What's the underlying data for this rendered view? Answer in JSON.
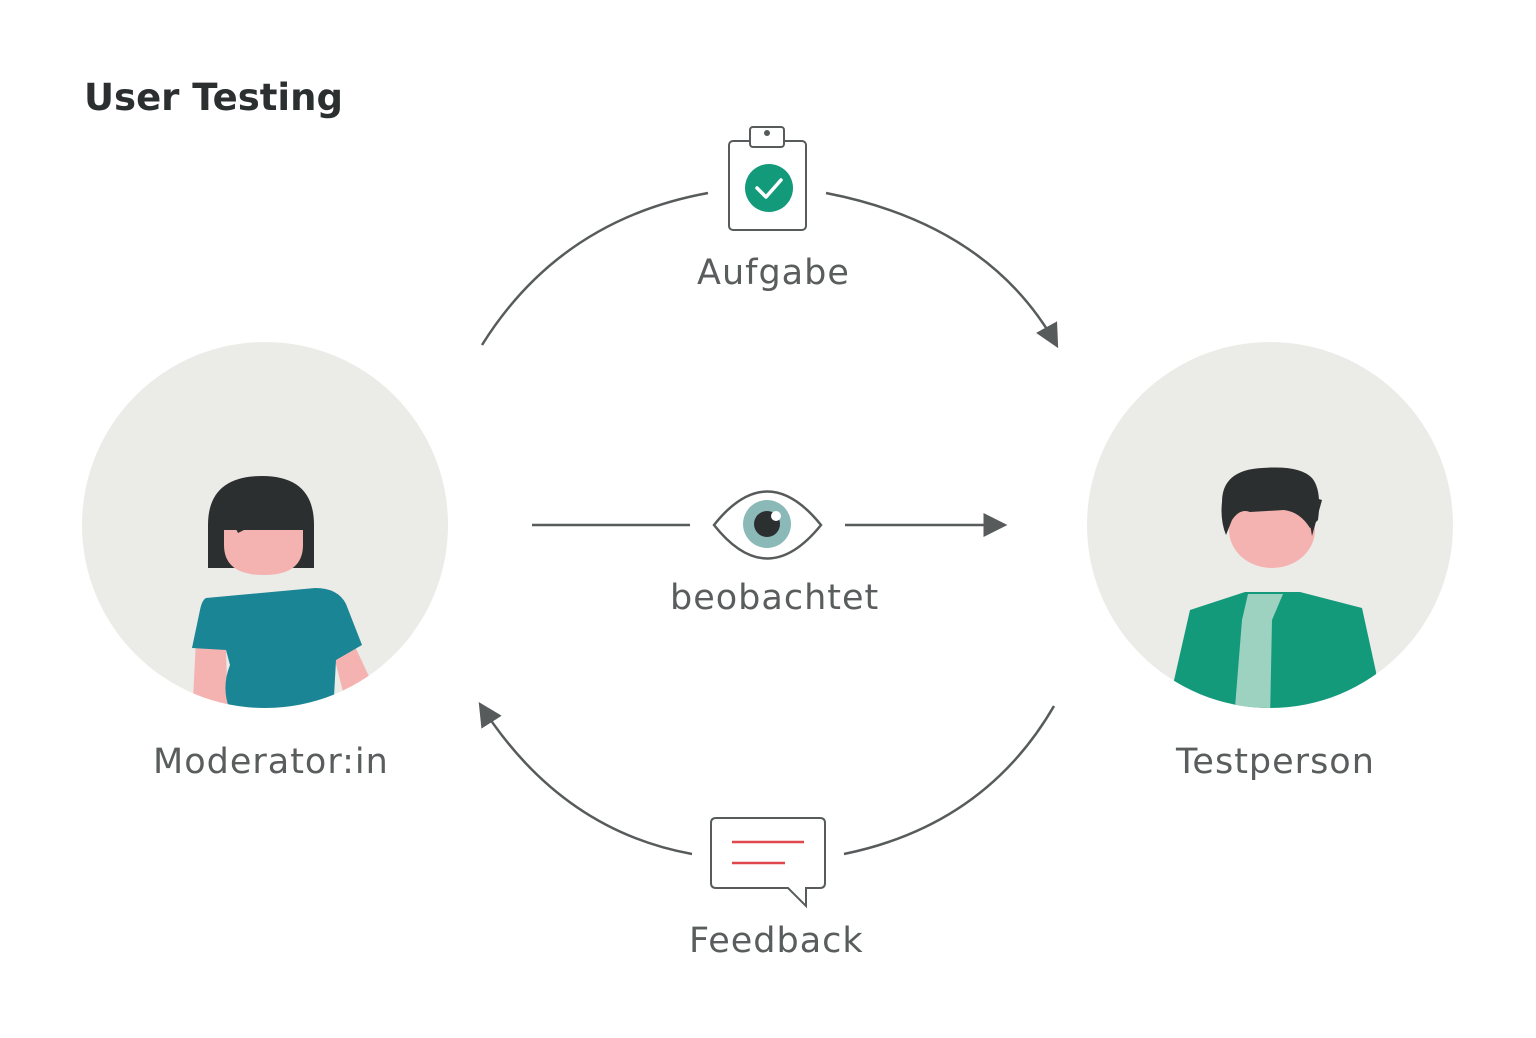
{
  "title": "User Testing",
  "nodes": {
    "moderator": {
      "label": "Moderator:in"
    },
    "testperson": {
      "label": "Testperson"
    }
  },
  "edges": {
    "task": {
      "label": "Aufgabe",
      "icon": "clipboard-check-icon"
    },
    "observe": {
      "label": "beobachtet",
      "icon": "eye-icon"
    },
    "feedback": {
      "label": "Feedback",
      "icon": "speech-bubble-icon"
    }
  },
  "colors": {
    "circle": "#ebebe7",
    "stroke": "#575b5b",
    "dark": "#2c2f30",
    "skin": "#f4b3b1",
    "teal": "#1a8594",
    "green": "#139a7b",
    "mint": "#9dd2c1",
    "check": "#139a7b",
    "eye_iris": "#8ab9b8",
    "bubble_lines": "#e0474c"
  }
}
